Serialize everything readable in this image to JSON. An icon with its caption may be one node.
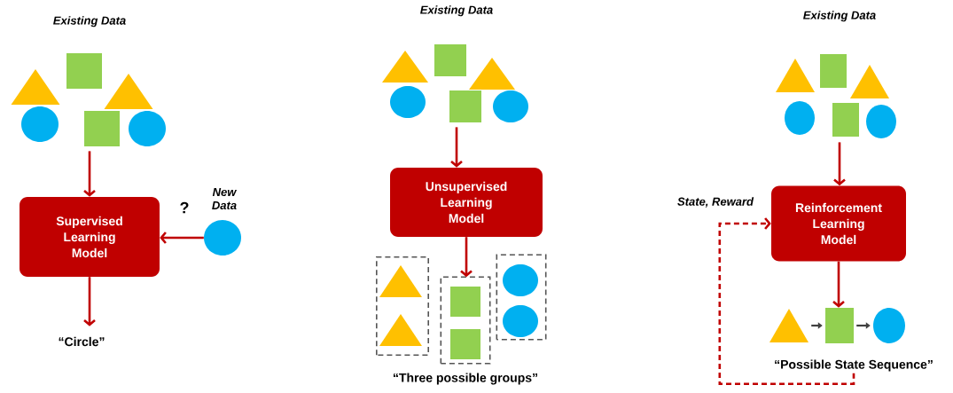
{
  "diagram": {
    "nodes": [
      {
        "text": [
          "Existing Data"
        ]
      },
      {
        "text": [
          "Supervised Learning Model"
        ]
      },
      {
        "text": [],
        "shape": "circle",
        "beside": [
          "New Data"
        ]
      },
      {
        "text": [
          "“Circle”"
        ]
      },
      {
        "text": [
          "Existing Data"
        ]
      },
      {
        "text": [
          "Unsupervised Learning Model"
        ]
      },
      {
        "text": [],
        "shape": "box"
      },
      {
        "text": [],
        "shape": "box"
      },
      {
        "text": [],
        "shape": "box"
      },
      {
        "text": [
          "Existing Data"
        ]
      },
      {
        "text": [
          "Reinforcement Learning Model"
        ]
      },
      {
        "text": [],
        "shape": "triangle"
      },
      {
        "text": [],
        "shape": "square"
      },
      {
        "text": [],
        "shape": "circle"
      },
      {
        "text": [
          "“Possible State Sequence”"
        ]
      }
    ],
    "edges": [
      {
        "from": 0,
        "to": 1,
        "arrow": "to"
      },
      {
        "from": 2,
        "to": 1,
        "arrow": "to"
      },
      {
        "from": 1,
        "to": 3,
        "arrow": "to"
      },
      {
        "from": 4,
        "to": 5,
        "arrow": "to"
      },
      {
        "from": 5,
        "to": 7,
        "arrow": "to"
      },
      {
        "from": 9,
        "to": 10,
        "arrow": "to"
      },
      {
        "from": 10,
        "to": 12,
        "arrow": "to"
      },
      {
        "from": 11,
        "to": 12,
        "arrow": "to",
        "color": "#404040"
      },
      {
        "from": 12,
        "to": 13,
        "arrow": "to",
        "color": "#404040"
      },
      {
        "from": 14,
        "to": 10,
        "arrow": "to",
        "style": "dashed",
        "label": "State, Reward"
      }
    ],
    "labels": [
      "?",
      "“Three possible groups”"
    ]
  }
}
